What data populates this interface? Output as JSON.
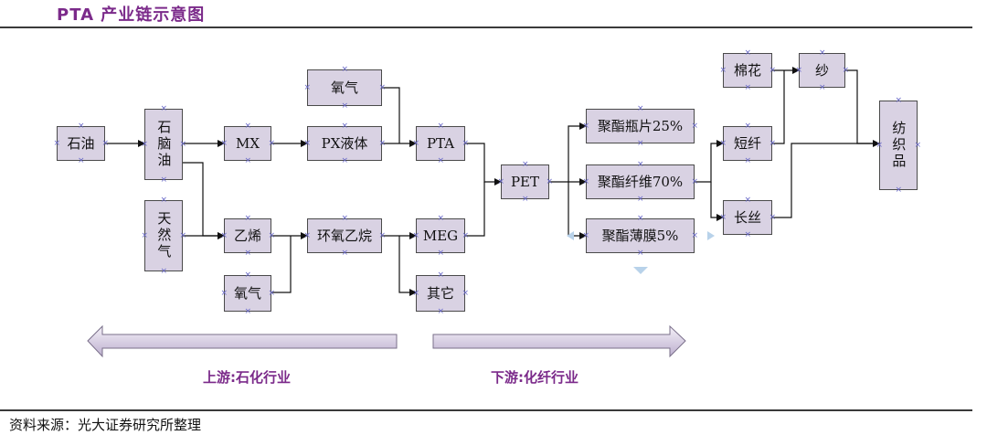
{
  "header": {
    "title": "PTA 产业链示意图"
  },
  "nodes": {
    "shiyou": "石油",
    "shinaoyou": "石脑油",
    "tianranqi": "天然气",
    "mx": "MX",
    "yangqi1": "氧气",
    "px": "PX液体",
    "pta": "PTA",
    "yixi": "乙烯",
    "yangqi2": "氧气",
    "huanyang": "环氧乙烷",
    "meg": "MEG",
    "qita": "其它",
    "pet": "PET",
    "pingpian": "聚酯瓶片25%",
    "xianwei": "聚酯纤维70%",
    "bomo": "聚酯薄膜5%",
    "mianhua": "棉花",
    "sha": "纱",
    "duanxian": "短纤",
    "changsi": "长丝",
    "fangzhipin": "纺织品"
  },
  "arrows": {
    "upstream": "上游:石化行业",
    "downstream": "下游:化纤行业"
  },
  "footer": {
    "source": "资料来源：光大证券研究所整理"
  }
}
